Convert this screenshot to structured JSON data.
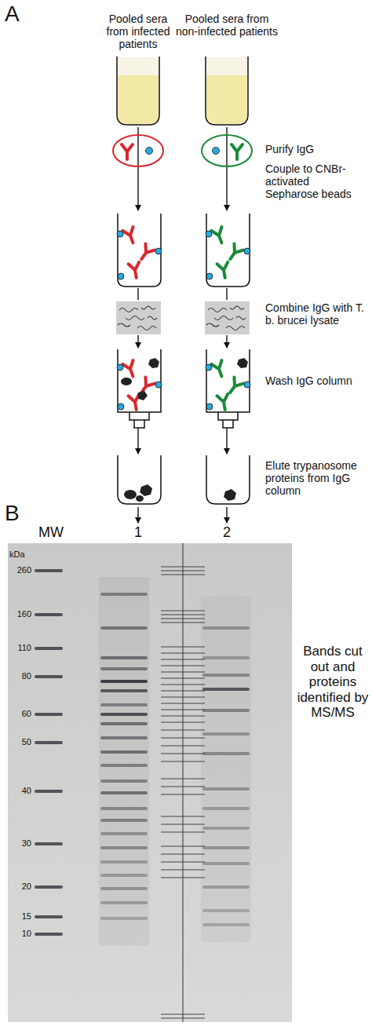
{
  "diagram": {
    "nodes": [
      {
        "text": [
          "Pooled sera from infected patients"
        ]
      },
      {
        "text": [
          "Pooled sera from non-infected patients"
        ]
      }
    ],
    "labels": [
      "A",
      "Purify IgG",
      "Couple to CNBr-activated Sepharose beads",
      "Combine IgG with T. b. brucei lysate",
      "Wash IgG column",
      "Elute trypanosome proteins from IgG column",
      "B",
      "MW",
      "1",
      "2",
      "kDa",
      "260",
      "160",
      "110",
      "80",
      "60",
      "50",
      "40",
      "30",
      "20",
      "15",
      "10",
      "Bands cut out and proteins identified by MS/MS"
    ]
  }
}
